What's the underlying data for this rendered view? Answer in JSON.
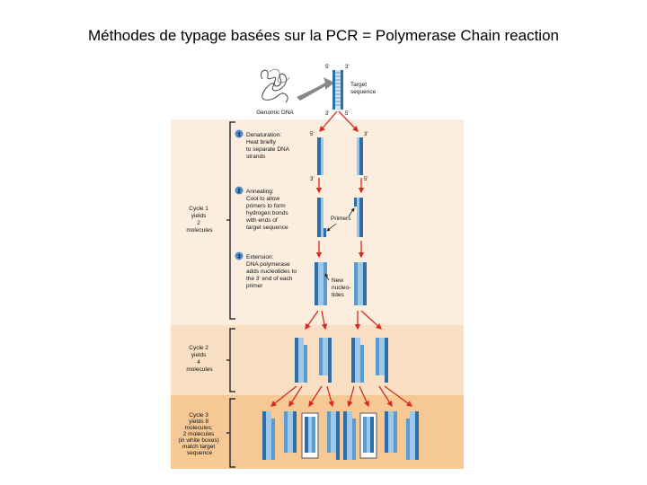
{
  "slide": {
    "title": "Méthodes de typage basées sur la PCR = Polymerase Chain reaction"
  },
  "figure": {
    "genomic_dna_label": "Genomic DNA",
    "target_sequence_label": [
      "Target",
      "sequence"
    ],
    "end_5": "5'",
    "end_3": "3'",
    "steps": [
      {
        "number": "1",
        "lines": [
          "Denaturation:",
          "Heat briefly",
          "to separate DNA",
          "strands"
        ]
      },
      {
        "number": "2",
        "lines": [
          "Annealing:",
          "Cool to allow",
          "primers to form",
          "hydrogen bonds",
          "with ends of",
          "target sequence"
        ]
      },
      {
        "number": "3",
        "lines": [
          "Extension:",
          "DNA polymerase",
          "adds nucleotides to",
          "the 3' end of each",
          "primer"
        ]
      }
    ],
    "primers_label": "Primers",
    "new_nucleotides_label": [
      "New",
      "nucleo-",
      "tides"
    ],
    "cycles": [
      {
        "lines": [
          "Cycle 1",
          "yields",
          "2",
          "molecules"
        ]
      },
      {
        "lines": [
          "Cycle 2",
          "yields",
          "4",
          "molecules"
        ]
      },
      {
        "lines": [
          "Cycle 3",
          "yields 8",
          "molecules;",
          "2 molecules",
          "(in white boxes)",
          "match target",
          "sequence"
        ]
      }
    ]
  },
  "colors": {
    "panel_cycle1": "#fbeedf",
    "panel_cycle2": "#f9e0c4",
    "panel_cycle3": "#f5c896",
    "dna_strand": "#2c6fa8",
    "dna_light": "#9dc8e8",
    "arrow_red": "#d8291e",
    "step_circle": "#4c8fd0"
  }
}
